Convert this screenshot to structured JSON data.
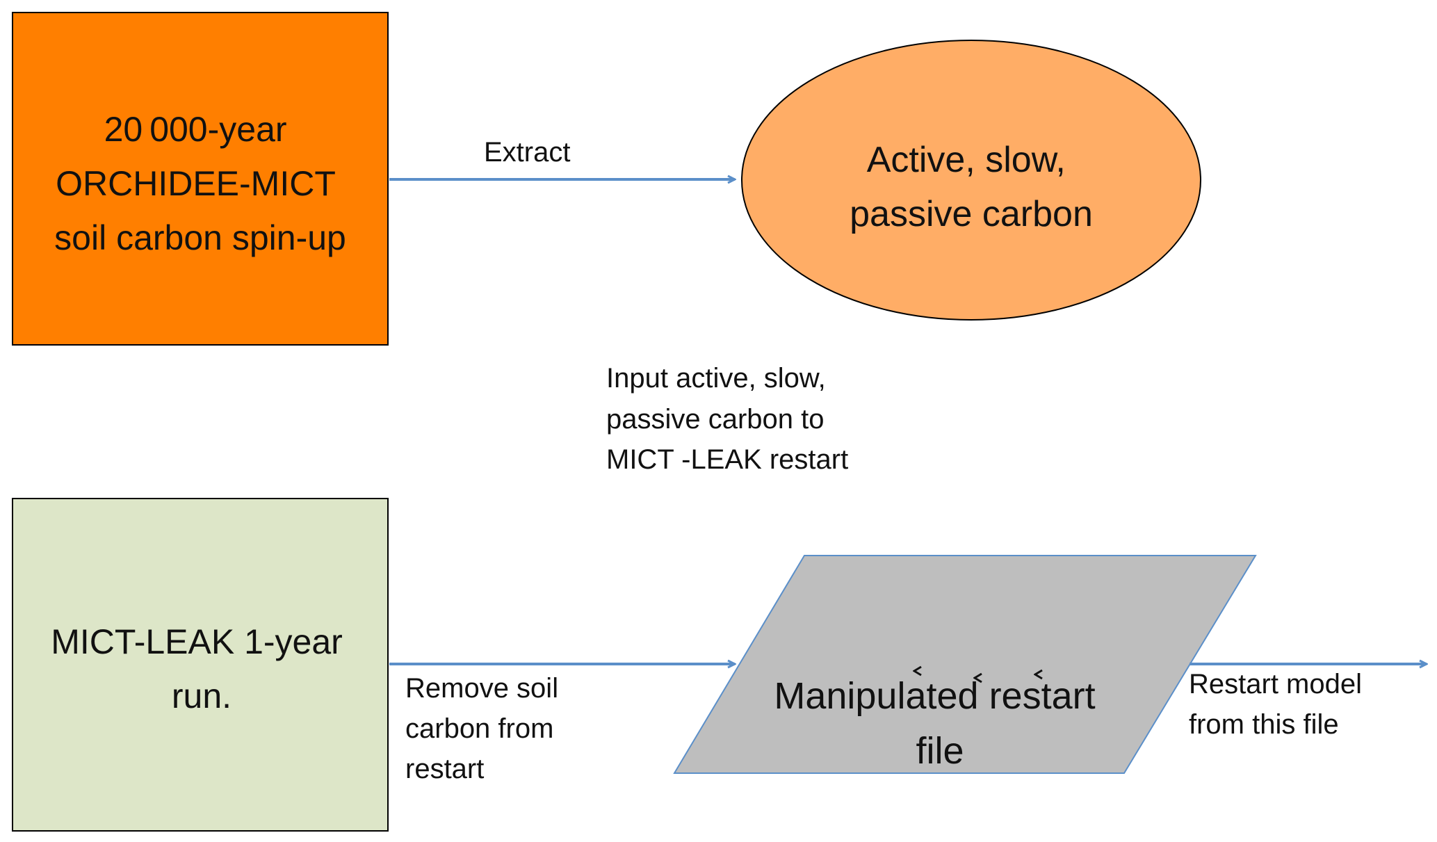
{
  "nodes": {
    "spinup": {
      "lines": [
        "20 000-year",
        "ORCHIDEE-MICT",
        "soil carbon spin-up"
      ],
      "fill": "#FF7F00"
    },
    "mict_leak": {
      "lines": [
        "MICT-LEAK 1-year",
        "run."
      ],
      "fill": "#DDE6C8"
    },
    "carbon_pools": {
      "lines": [
        "Active, slow,",
        "passive carbon"
      ],
      "fill": "#FFAD66"
    },
    "restart_file": {
      "lines": [
        "Manipulated restart",
        "file"
      ],
      "fill": "#BEBEBE"
    }
  },
  "edges": {
    "extract": {
      "lines": [
        "Extract"
      ]
    },
    "input_pools": {
      "lines": [
        "Input active, slow,",
        "passive carbon to",
        "MICT -LEAK restart"
      ]
    },
    "remove_carbon": {
      "lines": [
        "Remove soil",
        "carbon from",
        "restart"
      ]
    },
    "restart_model": {
      "lines": [
        "Restart model",
        "from this file"
      ]
    }
  },
  "colors": {
    "arrow": "#5B8FC9",
    "dashed_arrow": "#111111",
    "dashed_start": "#8B4A12",
    "outline": "#000000",
    "parallelogram_outline": "#5B8FC9"
  }
}
